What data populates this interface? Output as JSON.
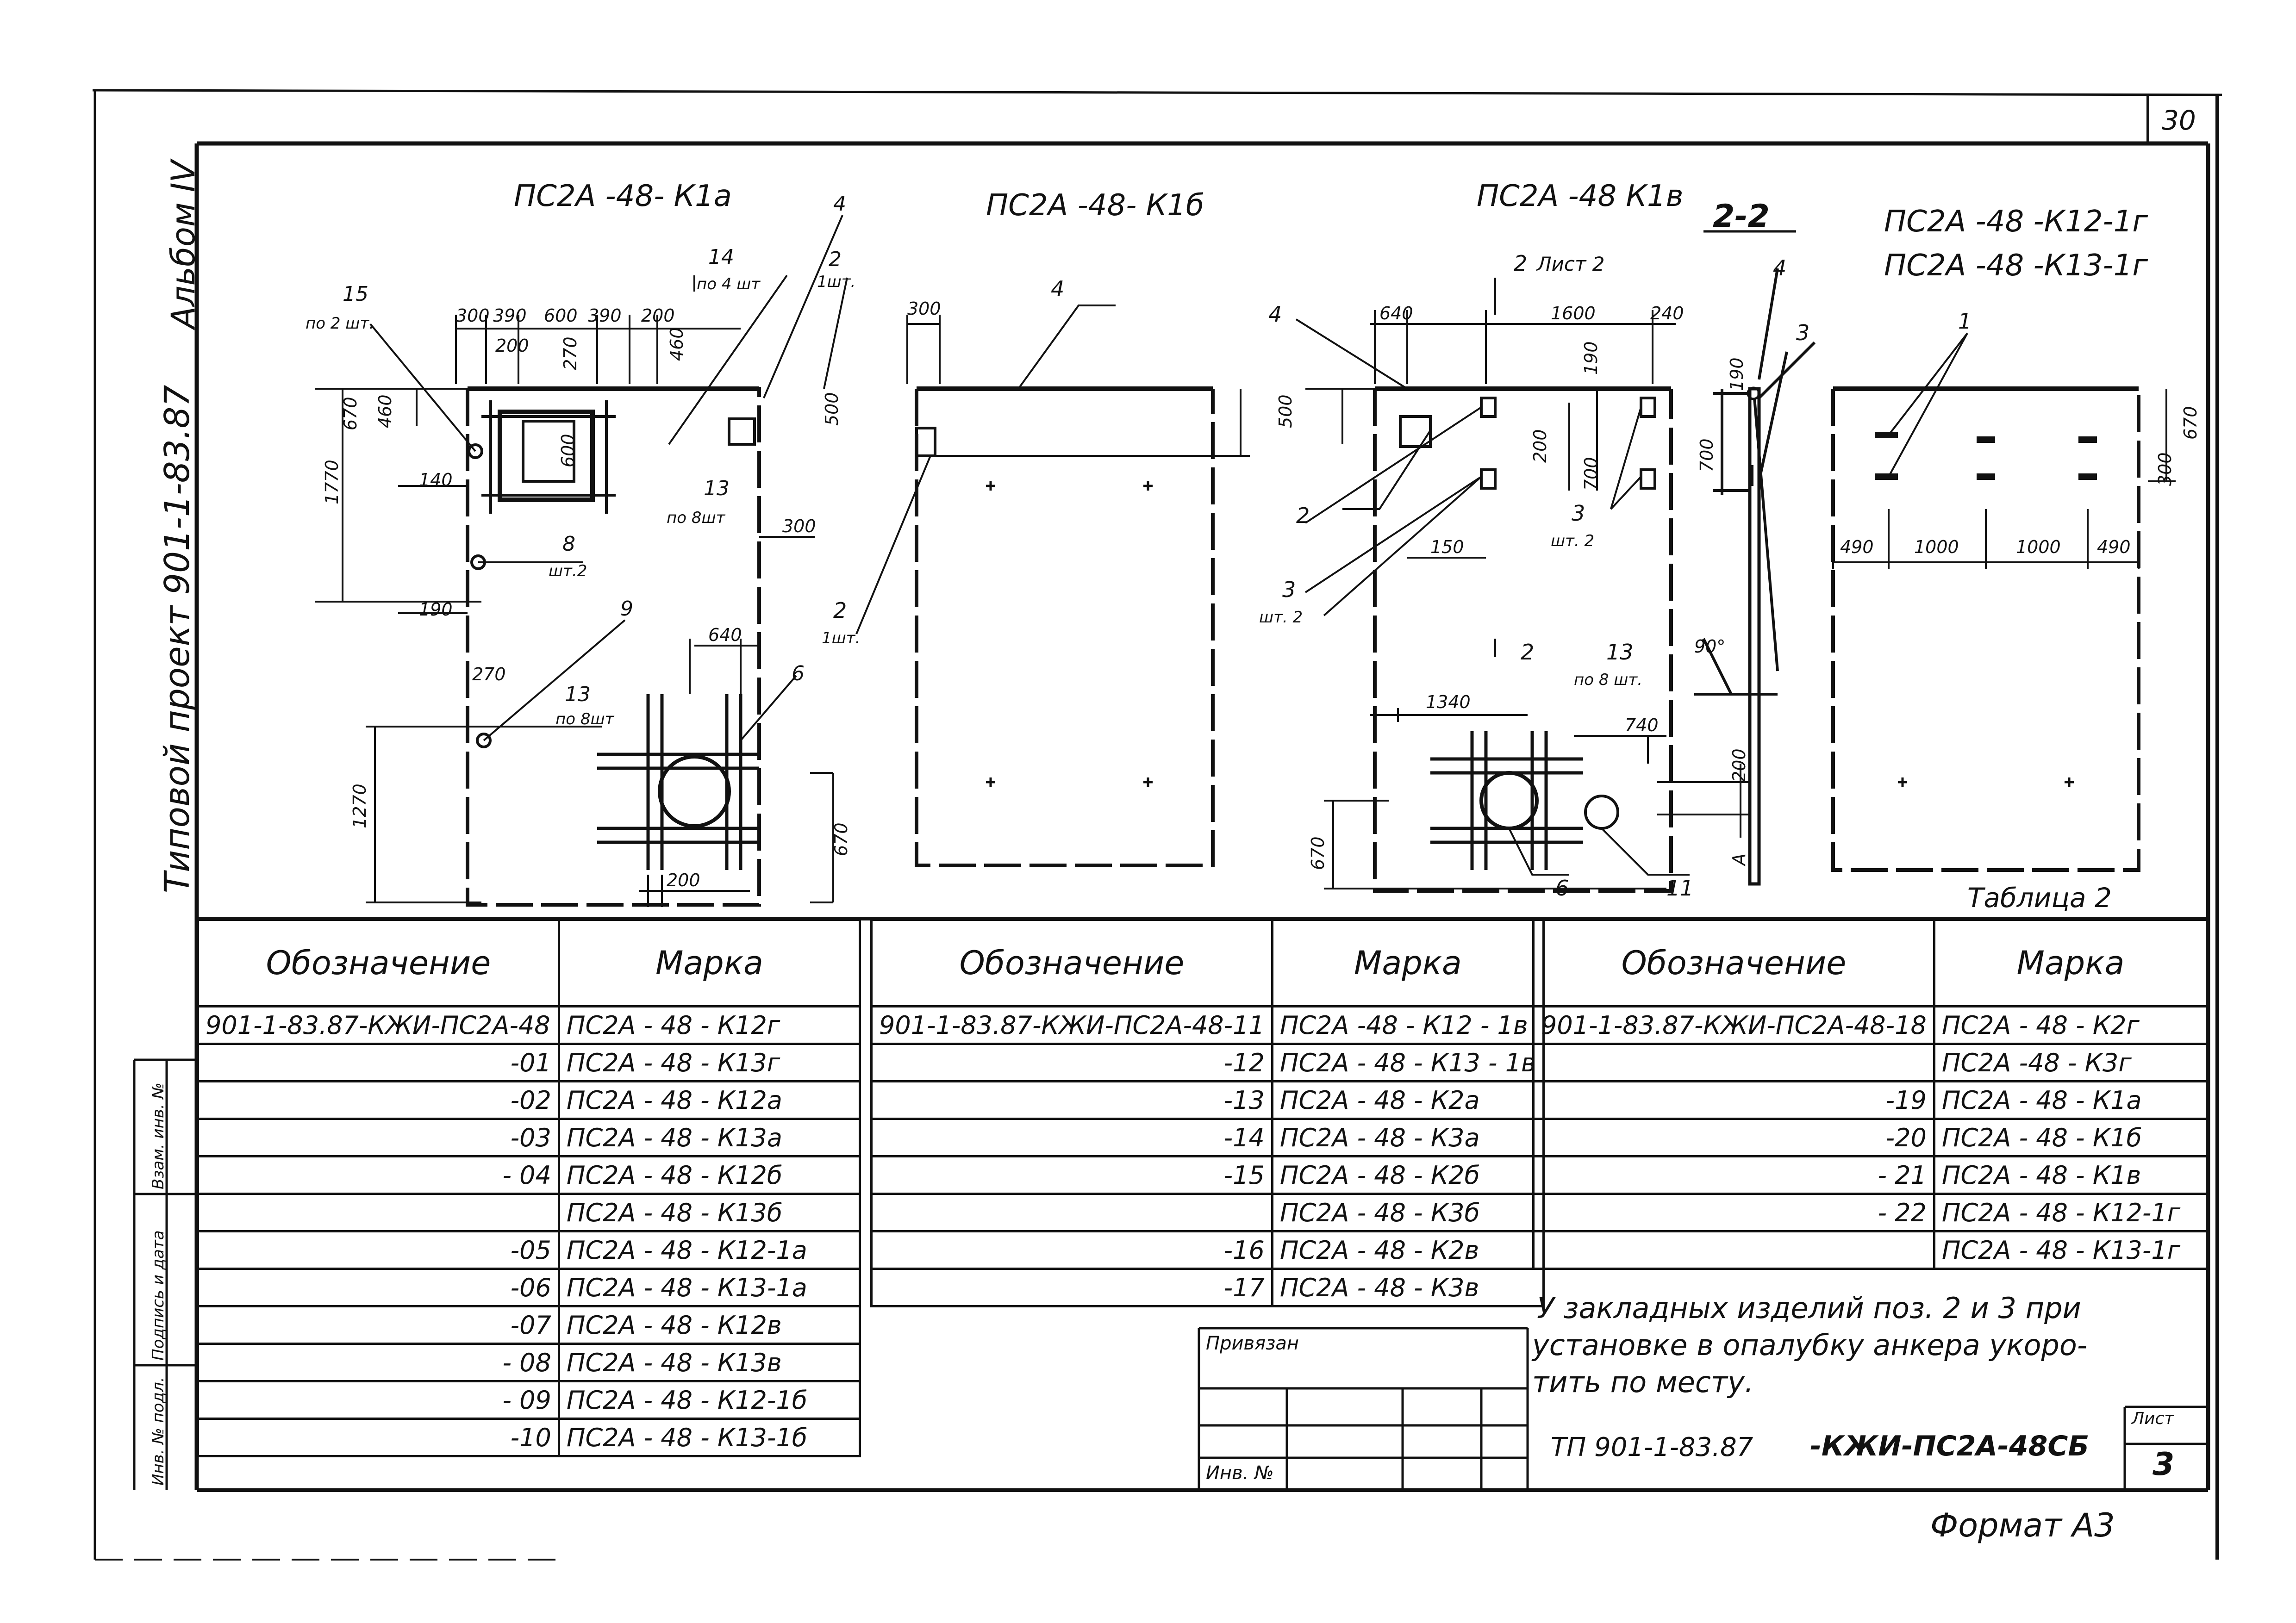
{
  "sheet": {
    "page_number": "30",
    "album_side": "Альбом IV",
    "project_side": "Типовой проект 901-1-83.87",
    "format_label": "Формат А3"
  },
  "views": {
    "k1a": {
      "title": "ПС2А -48- К1а",
      "dims": [
        "300",
        "390",
        "600",
        "390",
        "200",
        "200",
        "270",
        "600",
        "460",
        "460",
        "670",
        "1770",
        "140",
        "190",
        "270",
        "1270",
        "640",
        "300",
        "670",
        "200"
      ],
      "callouts": {
        "c15": "15",
        "c15n": "по 2 шт.",
        "c14": "14",
        "c14n": "по 4 шт",
        "c4": "4",
        "c2": "2",
        "c2n": "1шт.",
        "c13a": "13",
        "c13an": "по 8шт",
        "c8": "8",
        "c8n": "шт.2",
        "c9": "9",
        "c13b": "13",
        "c13bn": "по 8шт",
        "c6": "6"
      }
    },
    "k1b": {
      "title": "ПС2А -48- К1б",
      "dims": [
        "300",
        "500"
      ],
      "callouts": {
        "c4": "4",
        "c2": "2",
        "c2n": "1шт."
      }
    },
    "k1v": {
      "title": "ПС2А -48 К1в",
      "section_mark_top": "2",
      "section_sheet": "Лист 2",
      "section_mark_bottom": "2",
      "dims": [
        "640",
        "1600",
        "240",
        "500",
        "190",
        "200",
        "700",
        "150",
        "1340",
        "740",
        "200",
        "670",
        "А"
      ],
      "callouts": {
        "c4": "4",
        "c2": "2",
        "c3a": "3",
        "c3an": "шт. 2",
        "c3b": "3",
        "c3bn": "шт. 2",
        "c13": "13",
        "c13n": "по 8 шт.",
        "c6": "6",
        "c11": "11"
      }
    },
    "section22": {
      "title": "2-2",
      "dims": [
        "190",
        "700",
        "90°"
      ],
      "callouts": {
        "c4": "4",
        "c3": "3"
      }
    },
    "k12": {
      "title_line1": "ПС2А -48 -К12-1г",
      "title_line2": "ПС2А -48 -К13-1г",
      "dims": [
        "490",
        "1000",
        "1000",
        "490",
        "670",
        "300"
      ],
      "callouts": {
        "c1": "1"
      }
    }
  },
  "table_caption": "Таблица 2",
  "tables": [
    {
      "head_designation": "Обозначение",
      "head_mark": "Марка",
      "rows": [
        {
          "d": "901-1-83.87-КЖИ-ПС2А-48",
          "m": "ПС2А - 48 - К12г"
        },
        {
          "d": "-01",
          "m": "ПС2А - 48 - К13г"
        },
        {
          "d": "-02",
          "m": "ПС2А - 48 - К12а"
        },
        {
          "d": "-03",
          "m": "ПС2А - 48 - К13а"
        },
        {
          "d": "- 04",
          "m": "ПС2А - 48 - К12б"
        },
        {
          "d": "",
          "m": "ПС2А - 48 - К13б"
        },
        {
          "d": "-05",
          "m": "ПС2А - 48 - К12-1а"
        },
        {
          "d": "-06",
          "m": "ПС2А - 48 - К13-1а"
        },
        {
          "d": "-07",
          "m": "ПС2А - 48 - К12в"
        },
        {
          "d": "- 08",
          "m": "ПС2А - 48 - К13в"
        },
        {
          "d": "- 09",
          "m": "ПС2А - 48 - К12-1б"
        },
        {
          "d": "-10",
          "m": "ПС2А - 48 - К13-1б"
        }
      ]
    },
    {
      "head_designation": "Обозначение",
      "head_mark": "Марка",
      "rows": [
        {
          "d": "901-1-83.87-КЖИ-ПС2А-48-11",
          "m": "ПС2А -48 - К12 - 1в"
        },
        {
          "d": "-12",
          "m": "ПС2А - 48 - К13 - 1в"
        },
        {
          "d": "-13",
          "m": "ПС2А - 48 - К2а"
        },
        {
          "d": "-14",
          "m": "ПС2А - 48 - К3а"
        },
        {
          "d": "-15",
          "m": "ПС2А - 48 - К2б"
        },
        {
          "d": "",
          "m": "ПС2А - 48 - К3б"
        },
        {
          "d": "-16",
          "m": "ПС2А - 48 - К2в"
        },
        {
          "d": "-17",
          "m": "ПС2А - 48 - К3в"
        }
      ]
    },
    {
      "head_designation": "Обозначение",
      "head_mark": "Марка",
      "rows": [
        {
          "d": "901-1-83.87-КЖИ-ПС2А-48-18",
          "m": "ПС2А - 48 - К2г"
        },
        {
          "d": "",
          "m": "ПС2А -48 - К3г"
        },
        {
          "d": "-19",
          "m": "ПС2А - 48 - К1а"
        },
        {
          "d": "-20",
          "m": "ПС2А - 48 - К1б"
        },
        {
          "d": "- 21",
          "m": "ПС2А - 48 - К1в"
        },
        {
          "d": "- 22",
          "m": "ПС2А - 48 - К12-1г"
        },
        {
          "d": "",
          "m": "ПС2А - 48 - К13-1г"
        }
      ]
    }
  ],
  "note": {
    "line1": "У закладных изделий поз. 2 и 3 при",
    "line2": "установке в опалубку анкера укоро-",
    "line3": "тить по месту."
  },
  "stamp": {
    "privyazan": "Привязан",
    "inv_no": "Инв. №",
    "doc_code": "ТП 901-1-83.87",
    "doc_suffix": "-КЖИ-ПС2А-48СБ",
    "sheet_label": "Лист",
    "sheet_number": "3"
  },
  "side_block": {
    "f1": "Взам. инв. №",
    "f2": "Подпись и дата",
    "f3": "Инв. № подл."
  }
}
